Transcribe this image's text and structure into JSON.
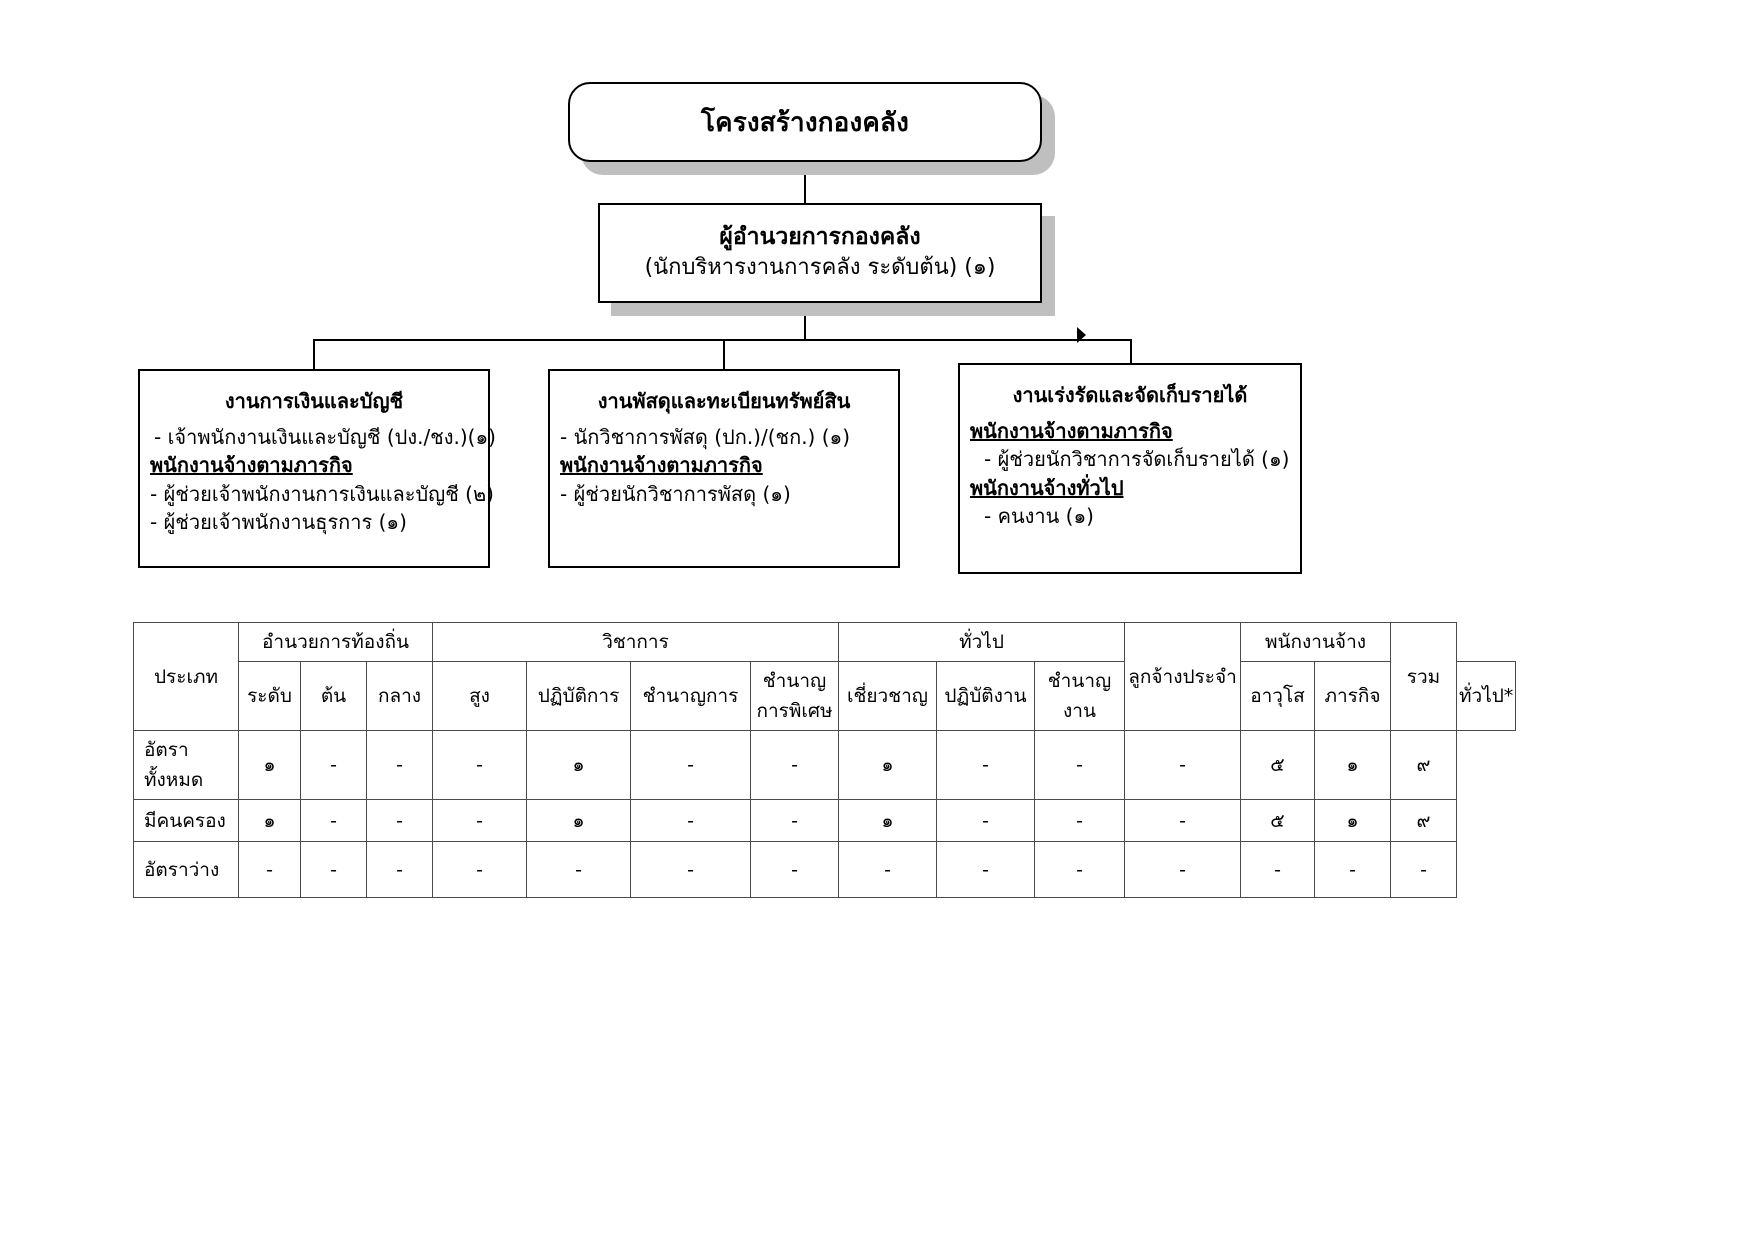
{
  "chart": {
    "root": {
      "title": "โครงสร้างกองคลัง"
    },
    "director": {
      "title": "ผู้อำนวยการกองคลัง",
      "subtitle": "(นักบริหารงานการคลัง ระดับต้น) (๑)"
    },
    "departments": [
      {
        "title": "งานการเงินและบัญชี",
        "lines": [
          {
            "text": "- เจ้าพนักงานเงินและบัญชี (ปง./ชง.)(๑)",
            "style": "normal"
          },
          {
            "text": "พนักงานจ้างตามภารกิจ",
            "style": "bold-underline"
          },
          {
            "text": "- ผู้ช่วยเจ้าพนักงานการเงินและบัญชี (๒)",
            "style": "normal"
          },
          {
            "text": "- ผู้ช่วยเจ้าพนักงานธุรการ (๑)",
            "style": "normal"
          }
        ]
      },
      {
        "title": "งานพัสดุและทะเบียนทรัพย์สิน",
        "lines": [
          {
            "text": "- นักวิชาการพัสดุ (ปก.)/(ชก.) (๑)",
            "style": "normal"
          },
          {
            "text": "พนักงานจ้างตามภารกิจ",
            "style": "bold-underline"
          },
          {
            "text": "- ผู้ช่วยนักวิชาการพัสดุ (๑)",
            "style": "normal"
          }
        ]
      },
      {
        "title": "งานเร่งรัดและจัดเก็บรายได้",
        "lines": [
          {
            "text": "พนักงานจ้างตามภารกิจ",
            "style": "bold-underline"
          },
          {
            "text": "- ผู้ช่วยนักวิชาการจัดเก็บรายได้ (๑)",
            "style": "indent"
          },
          {
            "text": "พนักงานจ้างทั่วไป",
            "style": "bold-underline"
          },
          {
            "text": "- คนงาน (๑)",
            "style": "indent"
          }
        ]
      }
    ]
  },
  "table": {
    "header_row1": {
      "type": "ประเภท",
      "groups": [
        {
          "label": "อำนวยการท้องถิ่น",
          "span": 3
        },
        {
          "label": "วิชาการ",
          "span": 4
        },
        {
          "label": "ทั่วไป",
          "span": 3
        },
        {
          "label": "ลูกจ้างประจำ",
          "span": 1
        },
        {
          "label": "พนักงานจ้าง",
          "span": 2
        },
        {
          "label": "รวม",
          "span": 1
        }
      ]
    },
    "header_row2": {
      "level": "ระดับ",
      "columns": [
        "ต้น",
        "กลาง",
        "สูง",
        "ปฏิบัติการ",
        "ชำนาญการ",
        "ชำนาญการพิเศษ",
        "เชี่ยวชาญ",
        "ปฏิบัติงาน",
        "ชำนาญงาน",
        "อาวุโส",
        "ภารกิจ",
        "ทั่วไป*"
      ]
    },
    "rows": [
      {
        "label": "อัตราทั้งหมด",
        "values": [
          "๑",
          "-",
          "-",
          "-",
          "๑",
          "-",
          "-",
          "๑",
          "-",
          "-",
          "-",
          "๕",
          "๑",
          "๙"
        ]
      },
      {
        "label": "มีคนครอง",
        "values": [
          "๑",
          "-",
          "-",
          "-",
          "๑",
          "-",
          "-",
          "๑",
          "-",
          "-",
          "-",
          "๕",
          "๑",
          "๙"
        ]
      },
      {
        "label": "อัตราว่าง",
        "values": [
          "-",
          "-",
          "-",
          "-",
          "-",
          "-",
          "-",
          "-",
          "-",
          "-",
          "-",
          "-",
          "-",
          "-"
        ]
      }
    ]
  }
}
